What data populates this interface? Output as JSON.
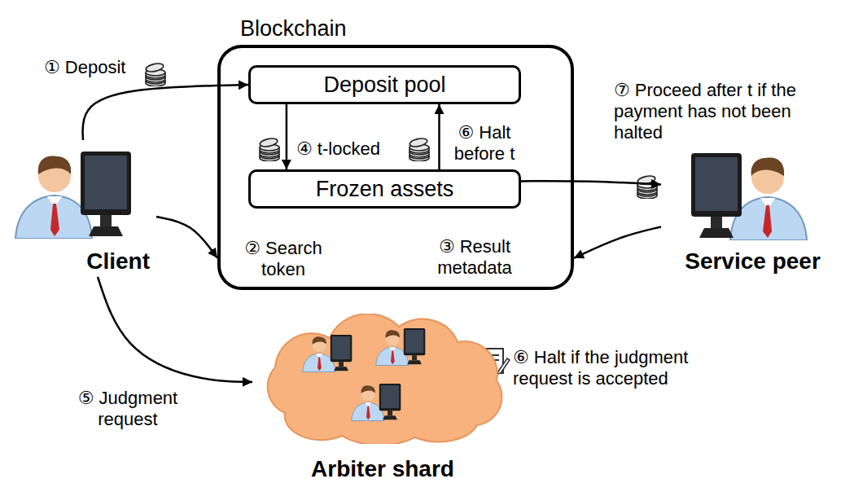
{
  "diagram": {
    "nodes": [
      {
        "text": [
          "Blockchain"
        ]
      },
      {
        "text": [
          "Deposit pool"
        ],
        "in": 0
      },
      {
        "text": [
          "Frozen assets"
        ],
        "in": 0
      },
      {
        "text": [
          "Client"
        ]
      },
      {
        "text": [
          "Service peer"
        ]
      },
      {
        "text": [
          "Arbiter shard"
        ]
      }
    ],
    "edges": [
      {
        "from": 3,
        "to": 1,
        "arrow": "to",
        "label": "① Deposit"
      },
      {
        "from": 3,
        "to": 0,
        "arrow": "to",
        "label": "② Search token"
      },
      {
        "from": 4,
        "to": 0,
        "arrow": "to",
        "label": "③ Result metadata"
      },
      {
        "from": 1,
        "to": 2,
        "arrow": "to",
        "label": "④ t-locked"
      },
      {
        "from": 3,
        "to": 5,
        "arrow": "to",
        "label": "⑤ Judgment request"
      },
      {
        "from": 2,
        "to": 1,
        "arrow": "to",
        "label": "⑥ Halt before t"
      },
      {
        "from": 2,
        "to": 4,
        "arrow": "to"
      }
    ],
    "labels": [
      "⑥ Halt if the judgment request is accepted",
      "⑦ Proceed after t if the payment has not been halted"
    ]
  }
}
